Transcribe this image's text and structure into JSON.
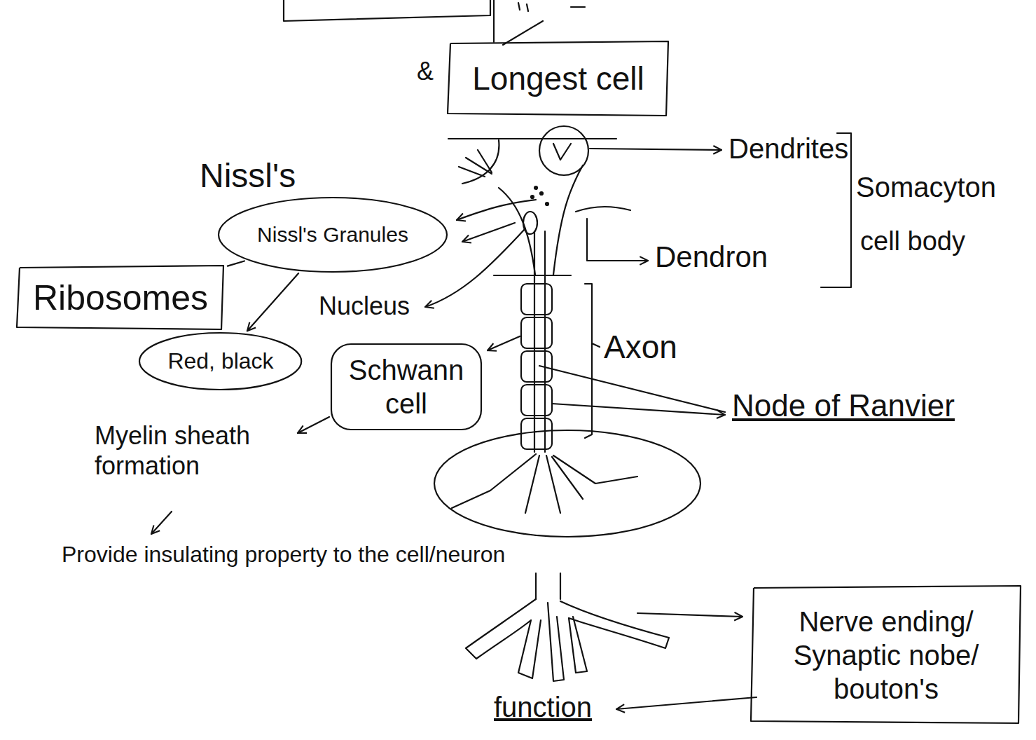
{
  "diagram": {
    "nodes": [
      {
        "text": [
          "Longest cell"
        ]
      },
      {
        "text": [
          "Nissl's Granules"
        ]
      },
      {
        "text": [
          "Ribosomes"
        ]
      },
      {
        "text": [
          "Red, black"
        ]
      },
      {
        "text": [
          "Schwann cell"
        ]
      },
      {
        "text": [
          "Nerve ending/ Synaptic nobe/ bouton's"
        ]
      }
    ],
    "edges": [
      {
        "from": 1,
        "to": 2,
        "arrow": "none"
      },
      {
        "from": 1,
        "to": 3,
        "arrow": "to"
      }
    ],
    "labels": [
      "&",
      "Dendrites",
      "Somacyton",
      "cell body",
      "Nissl's",
      "Nucleus",
      "Dendron",
      "Axon",
      "Node of Ranvier",
      "Myelin sheath formation",
      "Provide insulating property to the cell/neuron",
      "function"
    ]
  }
}
